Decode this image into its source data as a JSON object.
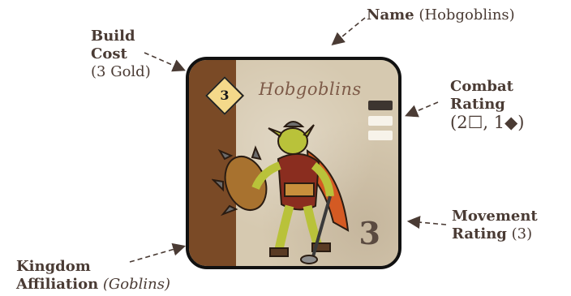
{
  "annotations": {
    "name": {
      "title": "Name",
      "detail": "(Hobgoblins)"
    },
    "build_cost": {
      "title_line1": "Build",
      "title_line2": "Cost",
      "detail": "(3 Gold)"
    },
    "combat_rating": {
      "title_line1": "Combat",
      "title_line2": "Rating",
      "detail_open": "(2",
      "square_symbol": "☐",
      "detail_mid": ", 1",
      "diamond_symbol": "◆",
      "detail_close": ")"
    },
    "movement_rating": {
      "title_line1": "Movement",
      "title_line2": "Rating",
      "detail": "(3)"
    },
    "kingdom_affiliation": {
      "title_line1": "Kingdom",
      "title_line2": "Affiliation",
      "detail": "(Goblins)"
    }
  },
  "card": {
    "title": "Hobgoblins",
    "cost": "3",
    "movement": "3",
    "combat_tracks": [
      "filled",
      "empty",
      "empty"
    ],
    "colors": {
      "stripe": "#7a4a26",
      "parchment": "#d6c9b0",
      "cost_diamond": "#f4d98a",
      "border": "#111111"
    },
    "art_icon": "hobgoblin-warrior-illustration"
  }
}
